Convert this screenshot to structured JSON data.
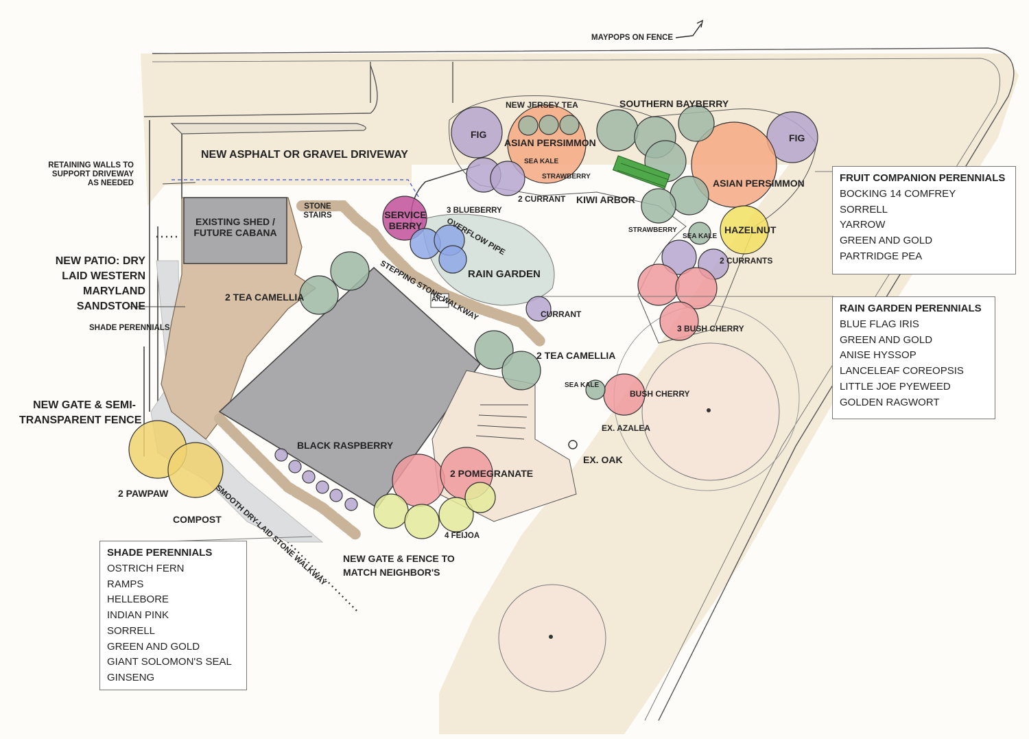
{
  "labels": {
    "maypops": "MAYPOPS ON FENCE",
    "retaining": [
      "RETAINING WALLS TO",
      "SUPPORT DRIVEWAY",
      "AS NEEDED"
    ],
    "driveway": "NEW ASPHALT OR GRAVEL DRIVEWAY",
    "shed": [
      "EXISTING SHED /",
      "FUTURE CABANA"
    ],
    "stone_stairs": [
      "STONE",
      "STAIRS"
    ],
    "patio": [
      "NEW PATIO: DRY",
      "LAID WESTERN",
      "MARYLAND",
      "SANDSTONE"
    ],
    "shade_perennials_note": "SHADE PERENNIALS",
    "tea_camellia_left": "2 TEA CAMELLIA",
    "tea_camellia_right": "2 TEA CAMELLIA",
    "gate_fence": [
      "NEW GATE & SEMI-",
      "TRANSPARENT FENCE"
    ],
    "black_raspberry": "BLACK RASPBERRY",
    "smooth_walkway": "SMOOTH DRY-LAID STONE WALKWAY",
    "pawpaw": "2 PAWPAW",
    "compost": "COMPOST",
    "gate_neighbor": [
      "NEW GATE & FENCE TO",
      "MATCH NEIGHBOR'S"
    ],
    "pomegranate": "2 POMEGRANATE",
    "feijoa": "4 FEIJOA",
    "service_berry": [
      "SERVICE",
      "BERRY"
    ],
    "blueberry": "3 BLUEBERRY",
    "overflow_pipe": "OVERFLOW PIPE",
    "stepping_stone": "STEPPING STONE WALKWAY",
    "rain_garden": "RAIN GARDEN",
    "ac": "A/C",
    "currant_single": "CURRANT",
    "new_jersey_tea": "NEW JERSEY TEA",
    "southern_bayberry": "SOUTHERN BAYBERRY",
    "fig_left": "FIG",
    "fig_right": "FIG",
    "asian_persimmon_left": "ASIAN PERSIMMON",
    "asian_persimmon_right": "ASIAN PERSIMMON",
    "sea_kale_top": "SEA KALE",
    "strawberry_top": "STRAWBERRY",
    "currant_2": "2 CURRANT",
    "kiwi_arbor": "KIWI ARBOR",
    "strawberry_right": "STRAWBERRY",
    "sea_kale_right": "SEA KALE",
    "hazelnut": "HAZELNUT",
    "currants_2": "2 CURRANTS",
    "bush_cherry_3": "3 BUSH CHERRY",
    "sea_kale_low": "SEA KALE",
    "bush_cherry": "BUSH CHERRY",
    "ex_azalea": "EX. AZALEA",
    "ex_oak": "EX. OAK"
  },
  "fruit_companion": {
    "title": "FRUIT COMPANION PERENNIALS",
    "items": [
      "BOCKING 14 COMFREY",
      "SORRELL",
      "YARROW",
      "GREEN AND GOLD",
      "PARTRIDGE PEA"
    ]
  },
  "rain_garden_perennials": {
    "title": "RAIN GARDEN PERENNIALS",
    "items": [
      "BLUE FLAG IRIS",
      "GREEN AND GOLD",
      "ANISE HYSSOP",
      "LANCELEAF COREOPSIS",
      "LITTLE JOE PYEWEED",
      "GOLDEN RAGWORT"
    ]
  },
  "shade_perennials": {
    "title": "SHADE PERENNIALS",
    "items": [
      "OSTRICH FERN",
      "RAMPS",
      "HELLEBORE",
      "INDIAN PINK",
      "SORRELL",
      "GREEN AND GOLD",
      "GIANT SOLOMON'S SEAL",
      "GINSENG"
    ]
  },
  "colors": {
    "fig": "#b6a6cf",
    "persimmon": "#f4a984",
    "bayberry": "#9fb8a6",
    "blueberry": "#8fa8e6",
    "serviceberry": "#c2509a",
    "bush_cherry": "#ef9a9e",
    "pawpaw": "#f0d270",
    "feijoa": "#e3ea9a",
    "hazelnut": "#f2e062",
    "kiwi": "#4fa84a",
    "house": "#a9a9ab",
    "patio": "#d8c0a6",
    "driveway": "#f4ead8"
  }
}
